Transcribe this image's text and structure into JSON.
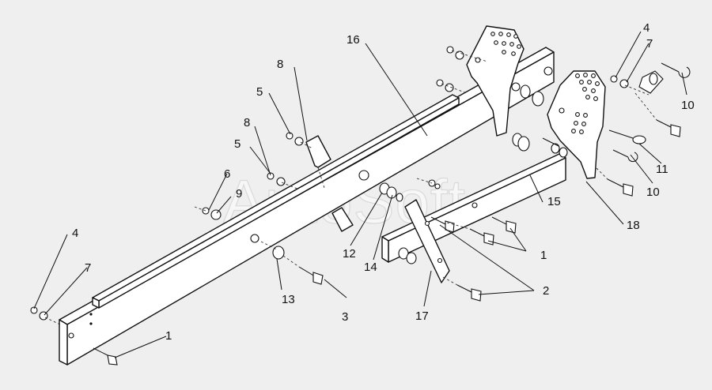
{
  "watermark": {
    "text": "AutoSoft"
  },
  "callouts": [
    {
      "id": "c16",
      "text": "16"
    },
    {
      "id": "c8a",
      "text": "8"
    },
    {
      "id": "c5a",
      "text": "5"
    },
    {
      "id": "c8b",
      "text": "8"
    },
    {
      "id": "c5b",
      "text": "5"
    },
    {
      "id": "c6",
      "text": "6"
    },
    {
      "id": "c9",
      "text": "9"
    },
    {
      "id": "c4l",
      "text": "4"
    },
    {
      "id": "c7l",
      "text": "7"
    },
    {
      "id": "c1l",
      "text": "1"
    },
    {
      "id": "c13",
      "text": "13"
    },
    {
      "id": "c3",
      "text": "3"
    },
    {
      "id": "c12",
      "text": "12"
    },
    {
      "id": "c14",
      "text": "14"
    },
    {
      "id": "c17",
      "text": "17"
    },
    {
      "id": "c2",
      "text": "2"
    },
    {
      "id": "c1r",
      "text": "1"
    },
    {
      "id": "c15",
      "text": "15"
    },
    {
      "id": "c18",
      "text": "18"
    },
    {
      "id": "c4r",
      "text": "4"
    },
    {
      "id": "c7r",
      "text": "7"
    },
    {
      "id": "c10a",
      "text": "10"
    },
    {
      "id": "c11",
      "text": "11"
    },
    {
      "id": "c10b",
      "text": "10"
    }
  ]
}
